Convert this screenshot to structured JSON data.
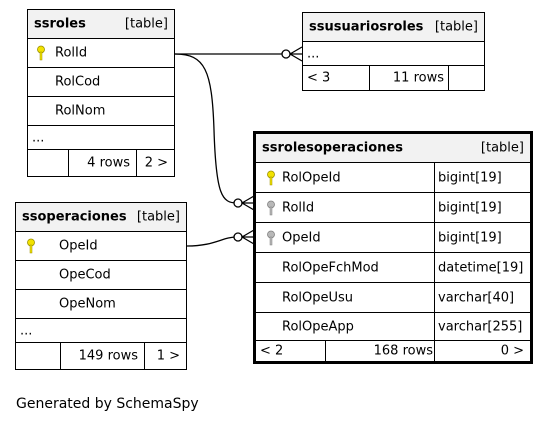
{
  "footer": "Generated by SchemaSpy",
  "colors": {
    "primary_key": "#f2e200",
    "foreign_key": "#b8b8b8",
    "header_bg": "#f2f2f2",
    "border": "#000000"
  },
  "tables": {
    "ssroles": {
      "name": "ssroles",
      "kind": "[table]",
      "columns": [
        "RolId",
        "RolCod",
        "RolNom"
      ],
      "more": "...",
      "footer_left": "",
      "footer_rows": "4 rows",
      "footer_right": "2 >"
    },
    "ssusuariosroles": {
      "name": "ssusuariosroles",
      "kind": "[table]",
      "columns": [
        "..."
      ],
      "footer_left": "< 3",
      "footer_rows": "11 rows",
      "footer_right": ""
    },
    "ssoperaciones": {
      "name": "ssoperaciones",
      "kind": "[table]",
      "columns": [
        "OpeId",
        "OpeCod",
        "OpeNom"
      ],
      "more": "...",
      "footer_left": "",
      "footer_rows": "149 rows",
      "footer_right": "1 >"
    },
    "ssrolesoperaciones": {
      "name": "ssrolesoperaciones",
      "kind": "[table]",
      "columns": [
        {
          "name": "RolOpeId",
          "type": "bigint[19]"
        },
        {
          "name": "RolId",
          "type": "bigint[19]"
        },
        {
          "name": "OpeId",
          "type": "bigint[19]"
        },
        {
          "name": "RolOpeFchMod",
          "type": "datetime[19]"
        },
        {
          "name": "RolOpeUsu",
          "type": "varchar[40]"
        },
        {
          "name": "RolOpeApp",
          "type": "varchar[255]"
        }
      ],
      "footer_left": "< 2",
      "footer_rows": "168 rows",
      "footer_right": "0 >"
    }
  }
}
